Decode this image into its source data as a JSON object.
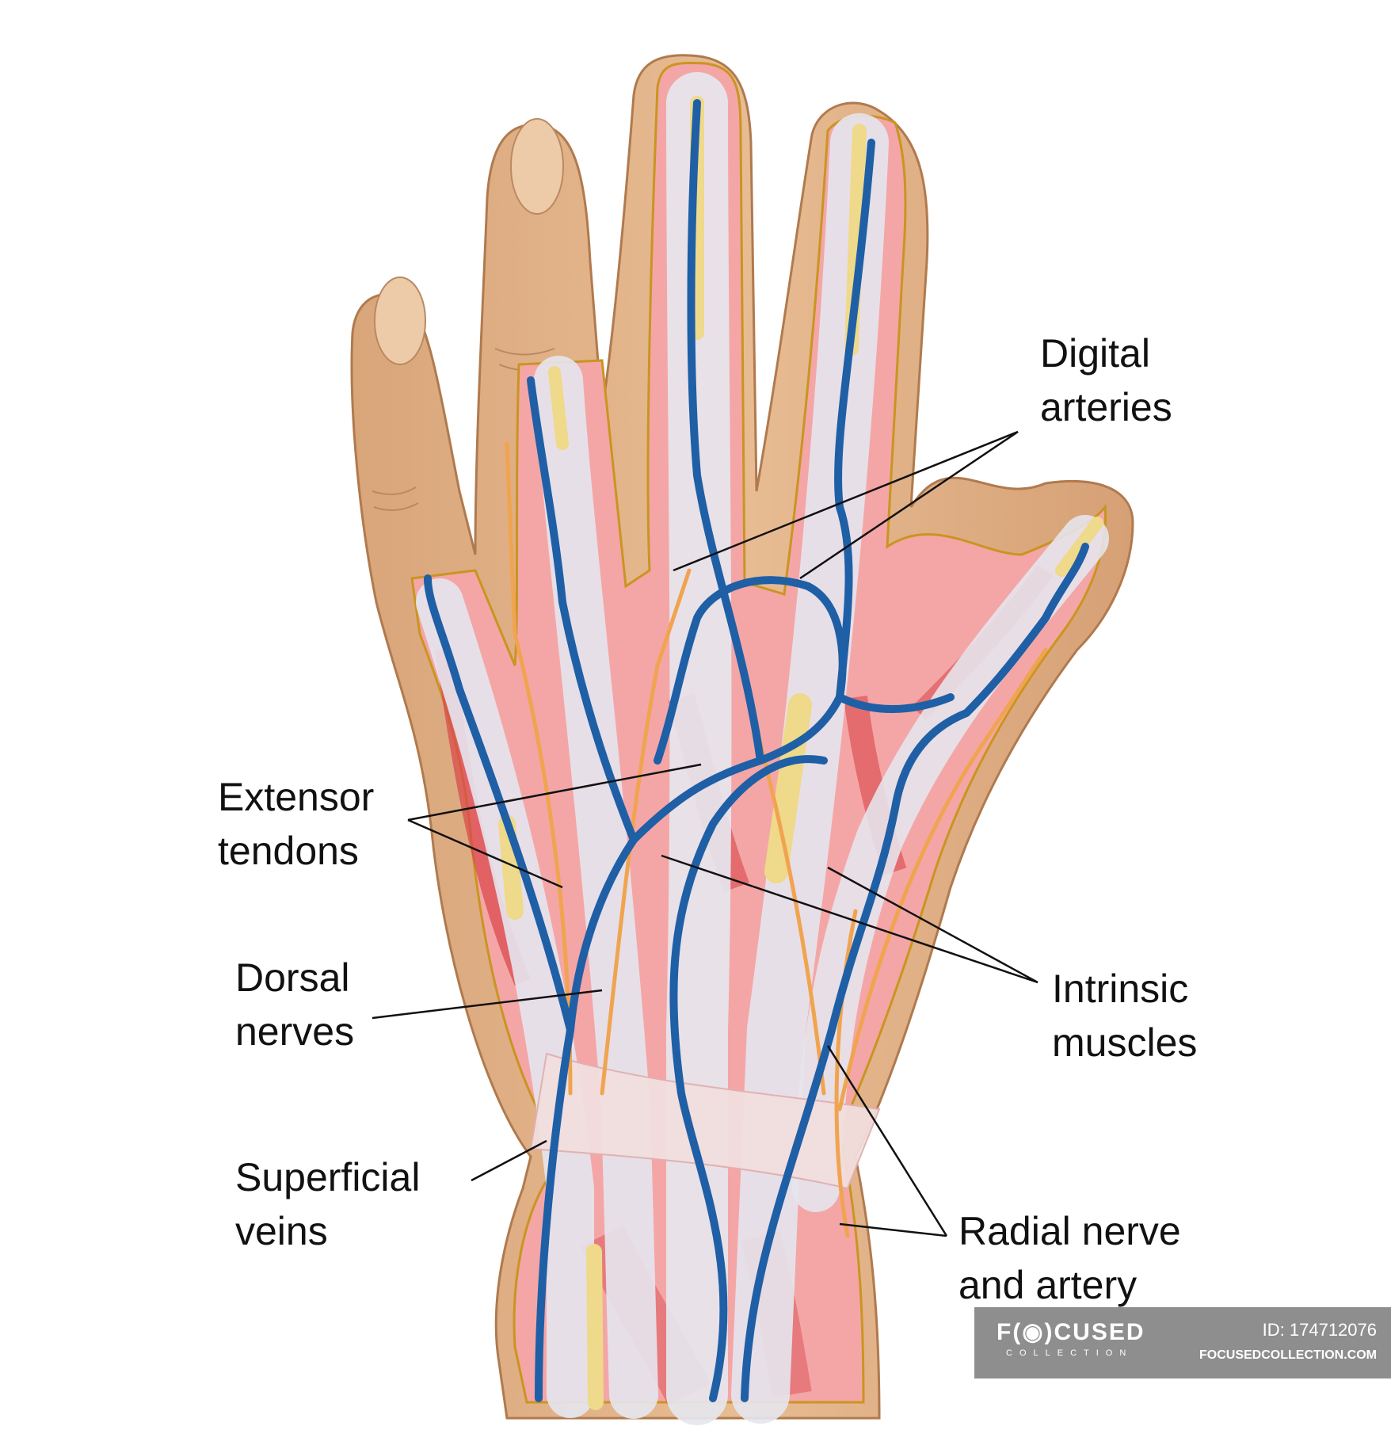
{
  "labels": {
    "digital_arteries": [
      "Digital",
      "arteries"
    ],
    "extensor_tendons": [
      "Extensor",
      "tendons"
    ],
    "dorsal_nerves": [
      "Dorsal",
      "nerves"
    ],
    "superficial_veins": [
      "Superficial",
      "veins"
    ],
    "intrinsic_muscles": [
      "Intrinsic",
      "muscles"
    ],
    "radial_nerve_artery": [
      "Radial nerve",
      "and artery"
    ]
  },
  "watermark": {
    "logo": "F(◉)CUSED",
    "sub": "COLLECTION",
    "id": "ID: 174712076",
    "site": "FOCUSEDCOLLECTION.COM"
  },
  "colors": {
    "skin": "#e2b48a",
    "skin_edge": "#b07a4e",
    "flesh": "#f4a6a6",
    "muscle": "#d8444a",
    "tendon": "#e6e6ee",
    "tendon_core": "#efd98a",
    "vein": "#1f5fa6",
    "nerve": "#f0a450",
    "leader": "#111111"
  }
}
